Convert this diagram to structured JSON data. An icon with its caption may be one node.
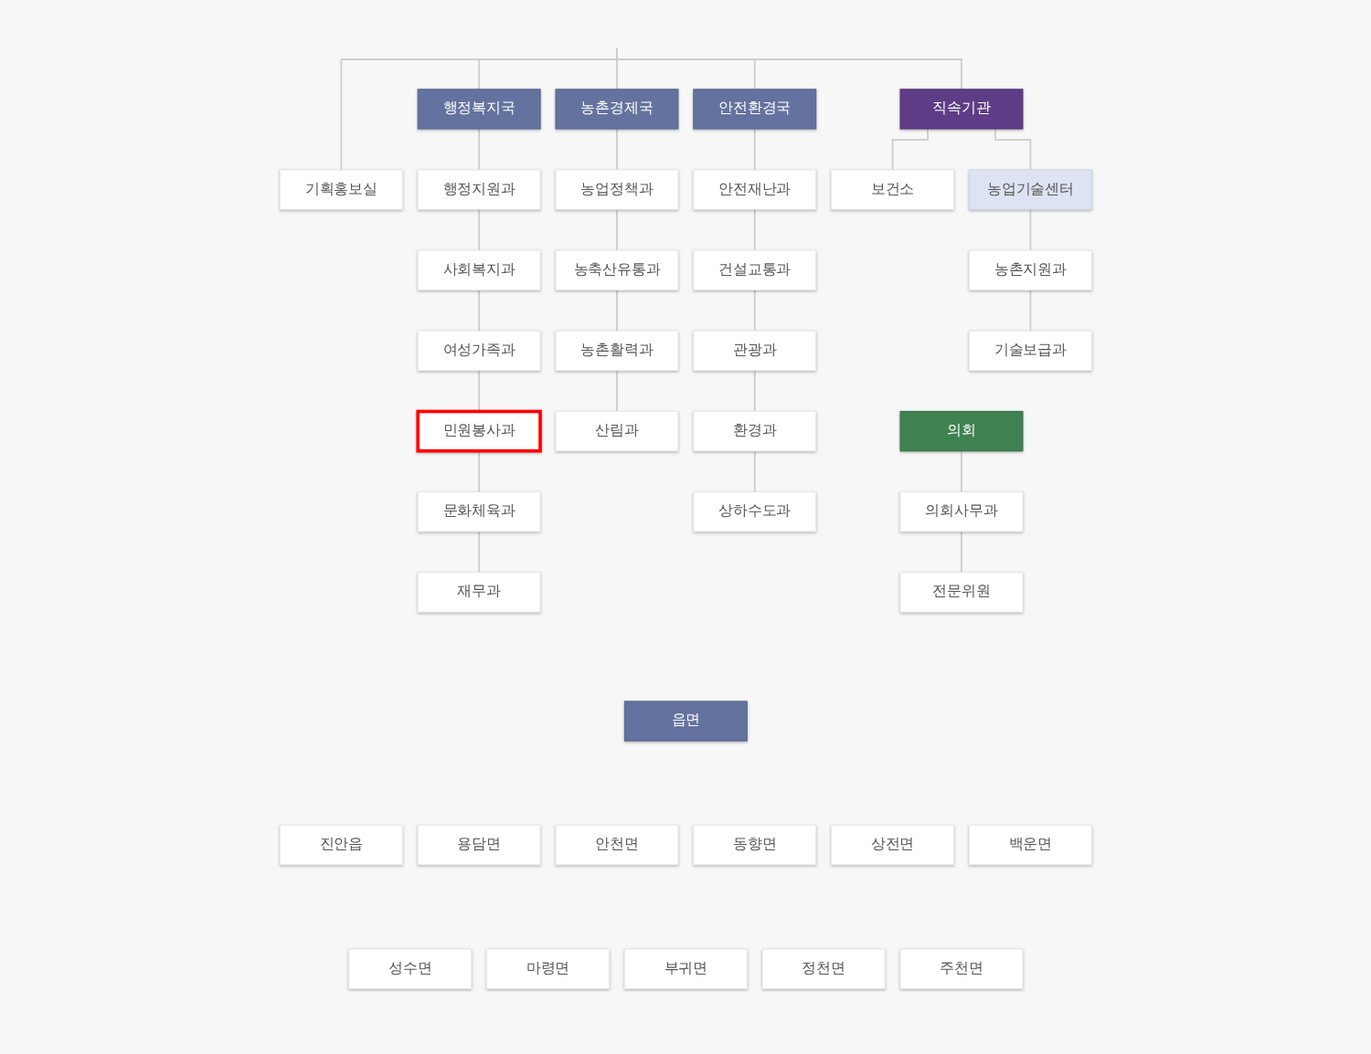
{
  "diagram": {
    "nodes": [
      {
        "text": [
          "행정복지국"
        ]
      },
      {
        "text": [
          "농촌경제국"
        ]
      },
      {
        "text": [
          "안전환경국"
        ]
      },
      {
        "text": [
          "직속기관"
        ]
      },
      {
        "text": [
          "의회"
        ]
      },
      {
        "text": [
          "기획홍보실"
        ]
      },
      {
        "text": [
          "행정지원과"
        ]
      },
      {
        "text": [
          "농업정책과"
        ]
      },
      {
        "text": [
          "안전재난과"
        ]
      },
      {
        "text": [
          "보건소"
        ]
      },
      {
        "text": [
          "농업기술센터"
        ]
      },
      {
        "text": [
          "의회사무과"
        ]
      },
      {
        "text": [
          "사회복지과"
        ]
      },
      {
        "text": [
          "농축산유통과"
        ]
      },
      {
        "text": [
          "건설교통과"
        ]
      },
      {
        "text": [
          "농촌지원과"
        ]
      },
      {
        "text": [
          "전문위원"
        ]
      },
      {
        "text": [
          "여성가족과"
        ]
      },
      {
        "text": [
          "농촌활력과"
        ]
      },
      {
        "text": [
          "관광과"
        ]
      },
      {
        "text": [
          "기술보급과"
        ]
      },
      {
        "text": [
          "민원봉사과"
        ]
      },
      {
        "text": [
          "산림과"
        ]
      },
      {
        "text": [
          "환경과"
        ]
      },
      {
        "text": [
          "문화체육과"
        ]
      },
      {
        "text": [
          "상하수도과"
        ]
      },
      {
        "text": [
          "재무과"
        ]
      },
      {
        "text": [
          "읍면"
        ]
      },
      {
        "text": [
          "진안읍"
        ]
      },
      {
        "text": [
          "용담면"
        ]
      },
      {
        "text": [
          "안천면"
        ]
      },
      {
        "text": [
          "동향면"
        ]
      },
      {
        "text": [
          "상전면"
        ]
      },
      {
        "text": [
          "백운면"
        ]
      },
      {
        "text": [
          "성수면"
        ]
      },
      {
        "text": [
          "마령면"
        ]
      },
      {
        "text": [
          "부귀면"
        ]
      },
      {
        "text": [
          "정천면"
        ]
      },
      {
        "text": [
          "주천면"
        ]
      }
    ],
    "edges": [
      {
        "from": null,
        "to": 5,
        "arrow": "none"
      },
      {
        "from": null,
        "to": 0,
        "arrow": "none"
      },
      {
        "from": null,
        "to": 1,
        "arrow": "none"
      },
      {
        "from": null,
        "to": 2,
        "arrow": "none"
      },
      {
        "from": null,
        "to": 3,
        "arrow": "none"
      },
      {
        "from": 0,
        "to": 6,
        "arrow": "none"
      },
      {
        "from": 6,
        "to": 12,
        "arrow": "none"
      },
      {
        "from": 12,
        "to": 17,
        "arrow": "none"
      },
      {
        "from": 17,
        "to": 21,
        "arrow": "none"
      },
      {
        "from": 21,
        "to": 24,
        "arrow": "none"
      },
      {
        "from": 24,
        "to": 26,
        "arrow": "none"
      },
      {
        "from": 1,
        "to": 7,
        "arrow": "none"
      },
      {
        "from": 7,
        "to": 13,
        "arrow": "none"
      },
      {
        "from": 13,
        "to": 18,
        "arrow": "none"
      },
      {
        "from": 18,
        "to": 22,
        "arrow": "none"
      },
      {
        "from": 2,
        "to": 8,
        "arrow": "none"
      },
      {
        "from": 8,
        "to": 14,
        "arrow": "none"
      },
      {
        "from": 14,
        "to": 19,
        "arrow": "none"
      },
      {
        "from": 19,
        "to": 23,
        "arrow": "none"
      },
      {
        "from": 23,
        "to": 25,
        "arrow": "none"
      },
      {
        "from": 3,
        "to": 9,
        "arrow": "none"
      },
      {
        "from": 3,
        "to": 10,
        "arrow": "none"
      },
      {
        "from": 10,
        "to": 15,
        "arrow": "none"
      },
      {
        "from": 15,
        "to": 20,
        "arrow": "none"
      },
      {
        "from": 4,
        "to": 11,
        "arrow": "none"
      },
      {
        "from": 11,
        "to": 16,
        "arrow": "none"
      }
    ]
  }
}
